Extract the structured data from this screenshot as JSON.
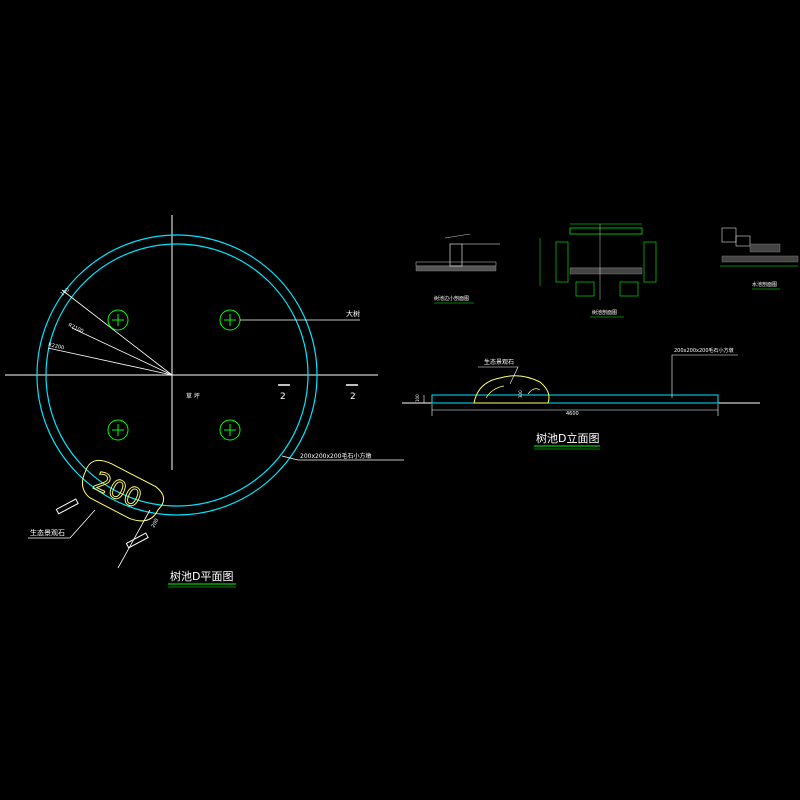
{
  "plan": {
    "title": "树池D平面图",
    "big_tree_label": "大树",
    "lawn_label": "草 坪",
    "stone_edge_label": "200x200x200毛石小方墩",
    "rock_label": "生态景观石",
    "rock_mark": "200",
    "section_mark_1": "2",
    "section_mark_2": "2",
    "dim_r1": "R2100",
    "dim_r2": "R2200",
    "dim_width": "100"
  },
  "elevation": {
    "title": "树池D立面图",
    "rock_label": "生态景观石",
    "stone_label": "200x200x200毛石小方墩",
    "dim_length": "4600",
    "dim_height": "100",
    "dim_rock": "300"
  },
  "details": {
    "detail1_title": "树池边小剖面图",
    "detail2_title": "树池剖面图",
    "detail3_title": "水池剖面图"
  },
  "colors": {
    "background": "#000000",
    "ring": "#00e5ff",
    "axis": "#ffffff",
    "tree": "#00ff00",
    "text": "#ffffff",
    "rock": "#ffff66",
    "title_underline": "#00ff00"
  }
}
